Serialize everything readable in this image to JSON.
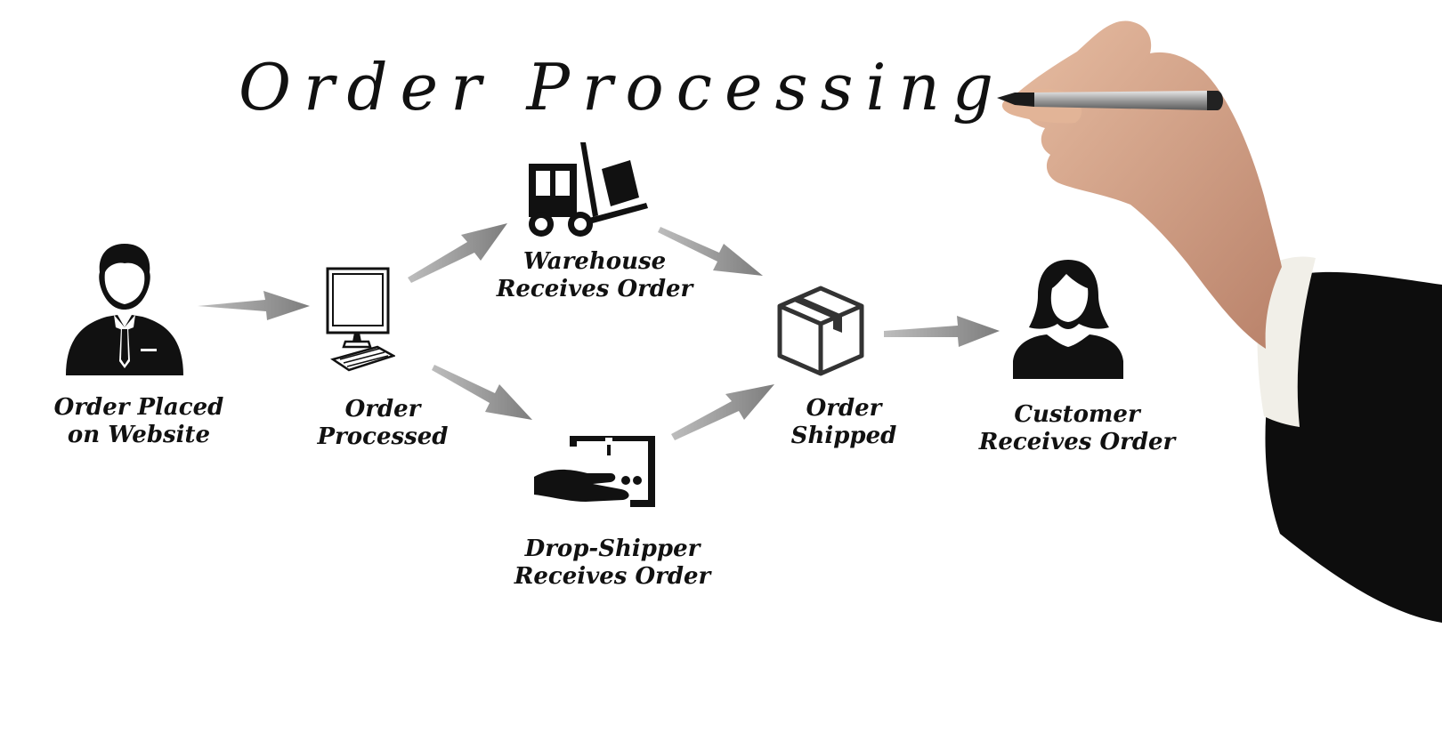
{
  "title": "Order Processing",
  "colors": {
    "ink": "#111111",
    "arrow": "#8c8c8c",
    "sleeve": "#0d0d0d",
    "skin": "#d9a88a",
    "cuff": "#f1efe8"
  },
  "nodes": {
    "order_placed": {
      "line1": "Order Placed",
      "line2": "on Website",
      "icon": "businessman-icon"
    },
    "order_processed": {
      "line1": "Order",
      "line2": "Processed",
      "icon": "computer-icon"
    },
    "warehouse": {
      "line1": "Warehouse",
      "line2": "Receives Order",
      "icon": "forklift-icon"
    },
    "drop_shipper": {
      "line1": "Drop-Shipper",
      "line2": "Receives Order",
      "icon": "hand-package-icon"
    },
    "order_shipped": {
      "line1": "Order",
      "line2": "Shipped",
      "icon": "box-icon"
    },
    "customer": {
      "line1": "Customer",
      "line2": "Receives Order",
      "icon": "woman-icon"
    }
  },
  "edges": [
    {
      "from": "order_placed",
      "to": "order_processed"
    },
    {
      "from": "order_processed",
      "to": "warehouse"
    },
    {
      "from": "order_processed",
      "to": "drop_shipper"
    },
    {
      "from": "warehouse",
      "to": "order_shipped"
    },
    {
      "from": "drop_shipper",
      "to": "order_shipped"
    },
    {
      "from": "order_shipped",
      "to": "customer"
    }
  ]
}
